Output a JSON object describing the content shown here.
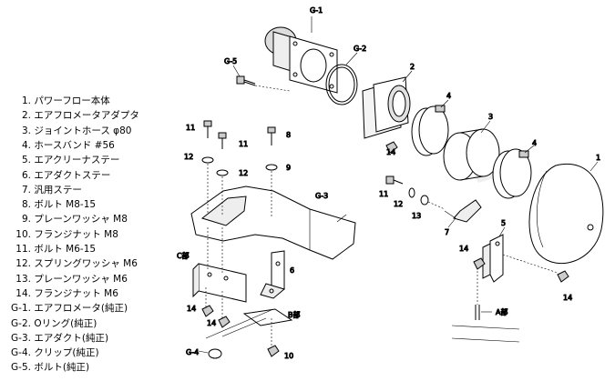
{
  "parts_list": [
    {
      "num": "1.",
      "name": "パワーフロー本体"
    },
    {
      "num": "2.",
      "name": "エアフロメータアダプタ"
    },
    {
      "num": "3.",
      "name": "ジョイントホース φ80"
    },
    {
      "num": "4.",
      "name": "ホースバンド #56"
    },
    {
      "num": "5.",
      "name": "エアクリーナステー"
    },
    {
      "num": "6.",
      "name": "エアダクトステー"
    },
    {
      "num": "7.",
      "name": "汎用ステー"
    },
    {
      "num": "8.",
      "name": "ボルト M8-15"
    },
    {
      "num": "9.",
      "name": "プレーンワッシャ M8"
    },
    {
      "num": "10.",
      "name": "フランジナット M8"
    },
    {
      "num": "11.",
      "name": "ボルト M6-15"
    },
    {
      "num": "12.",
      "name": "スプリングワッシャ M6"
    },
    {
      "num": "13.",
      "name": "プレーンワッシャ M6"
    },
    {
      "num": "14.",
      "name": "フランジナット M6"
    },
    {
      "num": "G-1.",
      "name": "エアフロメータ(純正)"
    },
    {
      "num": "G-2.",
      "name": "Oリング(純正)"
    },
    {
      "num": "G-3.",
      "name": "エアダクト(純正)"
    },
    {
      "num": "G-4.",
      "name": "クリップ(純正)"
    },
    {
      "num": "G-5.",
      "name": "ボルト(純正)"
    }
  ],
  "callouts": {
    "g1": "G-1",
    "g2": "G-2",
    "g3": "G-3",
    "g4": "G-4",
    "g5": "G-5",
    "p1": "1",
    "p2": "2",
    "p3": "3",
    "p4a": "4",
    "p4b": "4",
    "p5": "5",
    "p6": "6",
    "p7": "7",
    "p8": "8",
    "p9": "9",
    "p10": "10",
    "p11a": "11",
    "p11b": "11",
    "p11c": "11",
    "p12a": "12",
    "p12b": "12",
    "p12c": "12",
    "p13": "13",
    "p14a": "14",
    "p14b": "14",
    "p14c": "14",
    "p14d": "14",
    "p14e": "14"
  },
  "section_labels": {
    "a": "A部",
    "b": "B部",
    "c": "C部"
  }
}
